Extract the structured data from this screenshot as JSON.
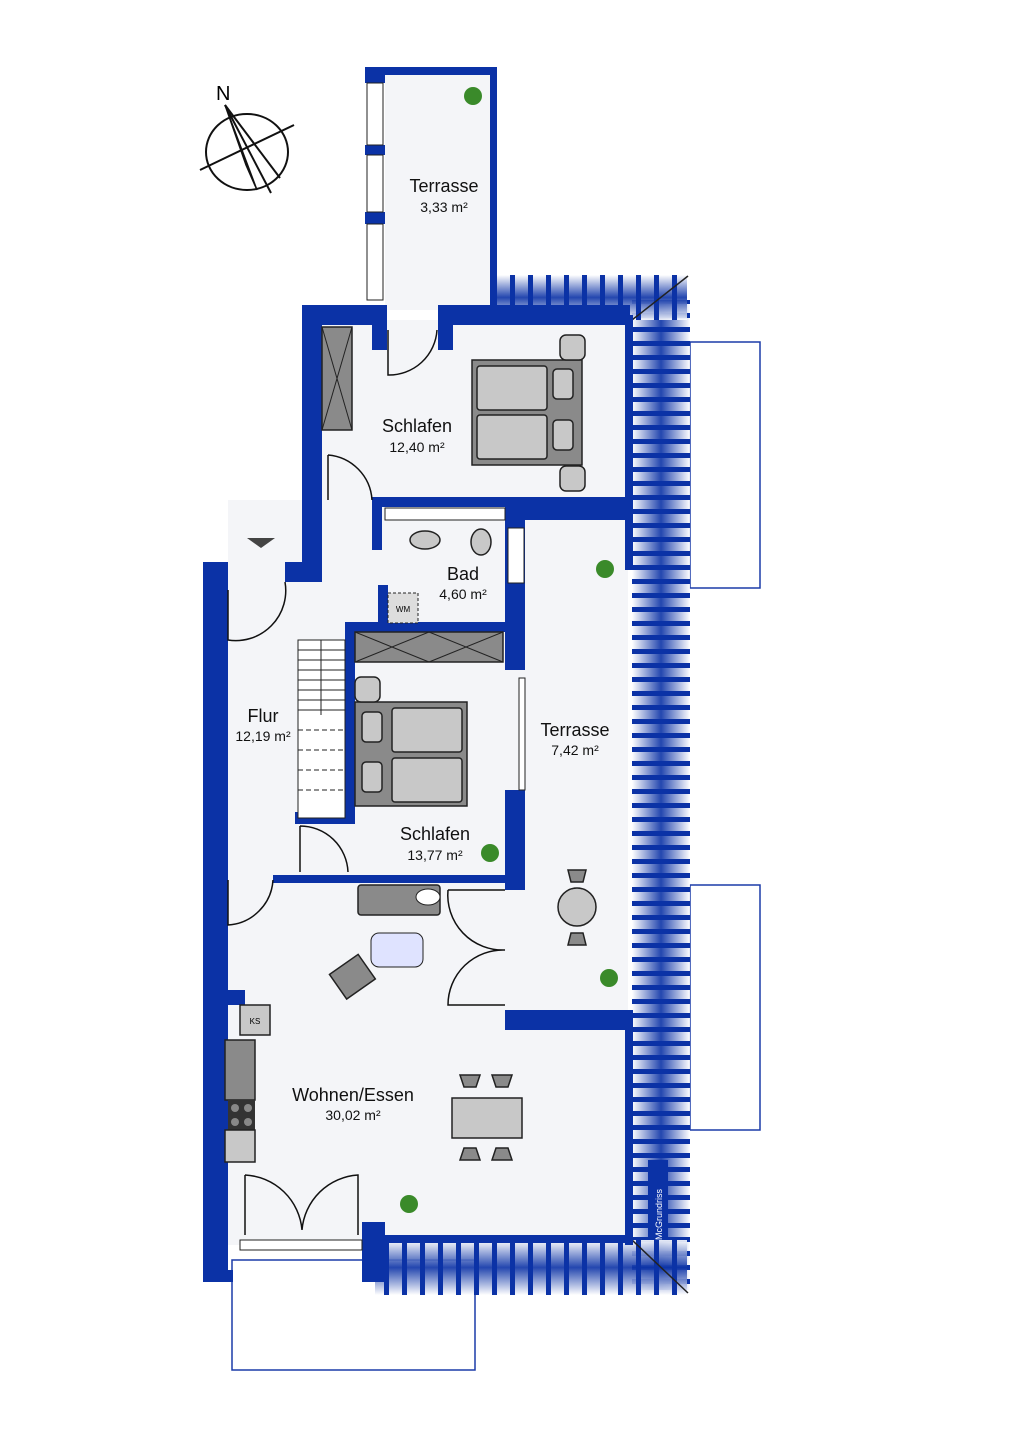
{
  "compass": {
    "north_label": "N"
  },
  "rooms": [
    {
      "name": "Terrasse",
      "area": "3,33 m²"
    },
    {
      "name": "Schlafen",
      "area": "12,40 m²"
    },
    {
      "name": "Bad",
      "area": "4,60 m²"
    },
    {
      "name": "Flur",
      "area": "12,19 m²"
    },
    {
      "name": "Schlafen",
      "area": "13,77 m²"
    },
    {
      "name": "Terrasse",
      "area": "7,42 m²"
    },
    {
      "name": "Wohnen/Essen",
      "area": "30,02 m²"
    }
  ],
  "fixtures": {
    "washing_machine": "WM",
    "fridge": "KS"
  },
  "watermark": "McGrundriss",
  "colors": {
    "wall": "#0b32a6",
    "floor": "#f4f5f8",
    "furniture": "#8a8a8a"
  }
}
